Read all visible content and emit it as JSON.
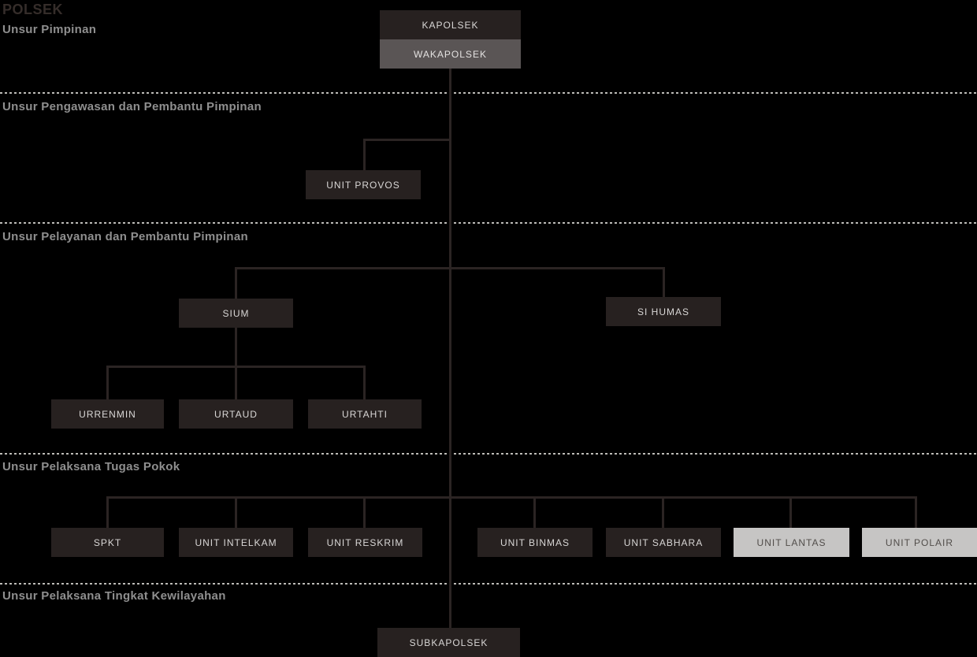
{
  "title": "POLSEK",
  "sections": [
    {
      "label": "Unsur Pimpinan"
    },
    {
      "label": "Unsur Pengawasan dan Pembantu Pimpinan"
    },
    {
      "label": "Unsur Pelayanan dan Pembantu Pimpinan"
    },
    {
      "label": "Unsur Pelaksana Tugas Pokok"
    },
    {
      "label": "Unsur Pelaksana Tingkat Kewilayahan"
    }
  ],
  "nodes": {
    "kapolsek": {
      "label": "KAPOLSEK"
    },
    "wakapolsek": {
      "label": "WAKAPOLSEK"
    },
    "unit_provos": {
      "label": "UNIT PROVOS"
    },
    "sium": {
      "label": "SIUM"
    },
    "si_humas": {
      "label": "SI HUMAS"
    },
    "urrenmin": {
      "label": "URRENMIN"
    },
    "urtaud": {
      "label": "URTAUD"
    },
    "urtahti": {
      "label": "URTAHTI"
    },
    "spkt": {
      "label": "SPKT"
    },
    "unit_intelkam": {
      "label": "UNIT INTELKAM"
    },
    "unit_reskrim": {
      "label": "UNIT RESKRIM"
    },
    "unit_binmas": {
      "label": "UNIT BINMAS"
    },
    "unit_sabhara": {
      "label": "UNIT SABHARA"
    },
    "unit_lantas": {
      "label": "UNIT LANTAS"
    },
    "unit_polair": {
      "label": "UNIT POLAIR"
    },
    "subkapolsek": {
      "label": "SUBKAPOLSEK"
    }
  },
  "colors": {
    "background": "#000000",
    "node_dark": "#272120",
    "node_mid_gray": "#5a5555",
    "node_light": "#c6c5c4",
    "connector": "#2b2423",
    "separator_dots": "#bdbcb8",
    "section_label": "#8f8f8f",
    "title": "#352d2a"
  }
}
